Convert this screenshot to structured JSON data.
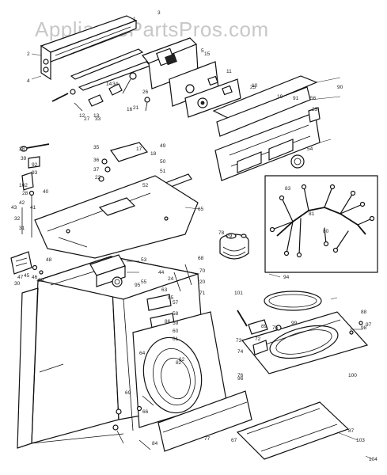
{
  "watermark": "AppliancePartsPros.com",
  "callouts": [
    "3",
    "1",
    "2",
    "4",
    "5",
    "10",
    "11",
    "12",
    "13",
    "14",
    "15",
    "16",
    "17",
    "18",
    "19",
    "20",
    "21",
    "22",
    "23",
    "24",
    "25",
    "26",
    "27",
    "28",
    "29",
    "30",
    "31",
    "32",
    "33",
    "34",
    "35",
    "36",
    "37",
    "38",
    "39",
    "40",
    "41",
    "42",
    "43",
    "44",
    "45",
    "46",
    "47",
    "48",
    "49",
    "50",
    "51",
    "52",
    "53",
    "54",
    "55",
    "56",
    "57",
    "58",
    "59",
    "60",
    "61",
    "62",
    "63",
    "64",
    "65",
    "66",
    "67",
    "68",
    "69",
    "70",
    "71",
    "72",
    "73",
    "74",
    "75",
    "76",
    "77",
    "78",
    "79",
    "80",
    "81",
    "82",
    "83",
    "84",
    "85",
    "86",
    "87",
    "88",
    "89",
    "90",
    "91",
    "92",
    "93",
    "94",
    "95",
    "96",
    "97",
    "98",
    "99",
    "100",
    "101",
    "102",
    "103",
    "104"
  ],
  "colors": {
    "line": "#111111",
    "watermark": "#c8c8c8",
    "paper": "#ffffff"
  }
}
